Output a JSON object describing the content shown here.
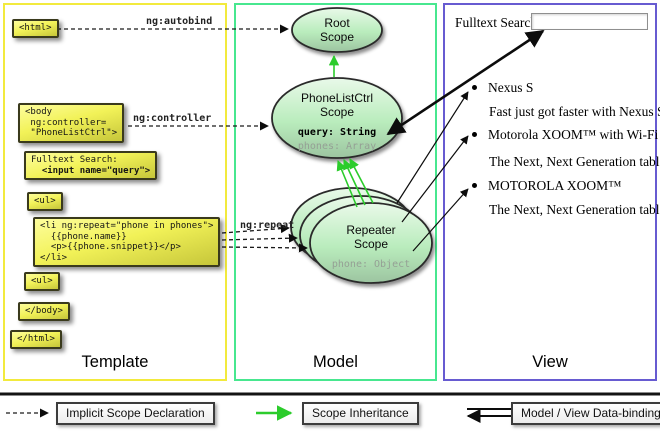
{
  "colors": {
    "template_border": "#f2ea3d",
    "model_border": "#47e78f",
    "view_border": "#675bd1",
    "green_arrow": "#2ccc2c",
    "code_box_yellow": "#f2f258",
    "scope_ellipse_green": "#b9ecbc"
  },
  "template_column": {
    "label": "Template",
    "boxes": {
      "html_open": {
        "line1": "<html>"
      },
      "body_open": {
        "line1": "<body",
        "line2": " ng:controller=",
        "line3": " \"PhoneListCtrl\">"
      },
      "fulltext_search": {
        "line1": "Fulltext Search:",
        "line2": "  <input name=\"query\">"
      },
      "ul_open": {
        "line1": "<ul>"
      },
      "li_repeat": {
        "line1": "<li ng:repeat=\"phone in phones\">",
        "line2": "  {{phone.name}}",
        "line3": "  <p>{{phone.snippet}}</p>",
        "line4": "</li>"
      },
      "ul_close": {
        "line1": "<ul>"
      },
      "body_close": {
        "line1": "</body>"
      },
      "html_close": {
        "line1": "</html>"
      }
    }
  },
  "model_column": {
    "label": "Model",
    "root_scope": {
      "line1": "Root",
      "line2": "Scope"
    },
    "phonelistctrl_scope": {
      "line1": "PhoneListCtrl",
      "line2": "Scope",
      "prop_query": "query: String",
      "prop_phones": "phones: Array"
    },
    "repeater_scope": {
      "line1": "Repeater",
      "line2": "Scope",
      "prop_phone": "phone: Object"
    }
  },
  "arrow_labels": {
    "autobind": "ng:autobind",
    "controller": "ng:controller",
    "repeat": "ng:repeat"
  },
  "view_column": {
    "label": "View",
    "search_label": "Fulltext Search:",
    "search_value": "",
    "items": [
      {
        "title": "Nexus S",
        "desc": "Fast just got faster with Nexus S."
      },
      {
        "title": "Motorola XOOM™ with Wi-Fi",
        "desc": "The Next, Next Generation tablet."
      },
      {
        "title": "MOTOROLA XOOM™",
        "desc": "The Next, Next Generation tablet."
      }
    ]
  },
  "legend": {
    "items": [
      {
        "style": "dashed-black-arrow",
        "label": "Implicit Scope Declaration"
      },
      {
        "style": "green-arrow",
        "label": "Scope Inheritance"
      },
      {
        "style": "double-black-arrow",
        "label": "Model / View Data-binding"
      }
    ]
  }
}
